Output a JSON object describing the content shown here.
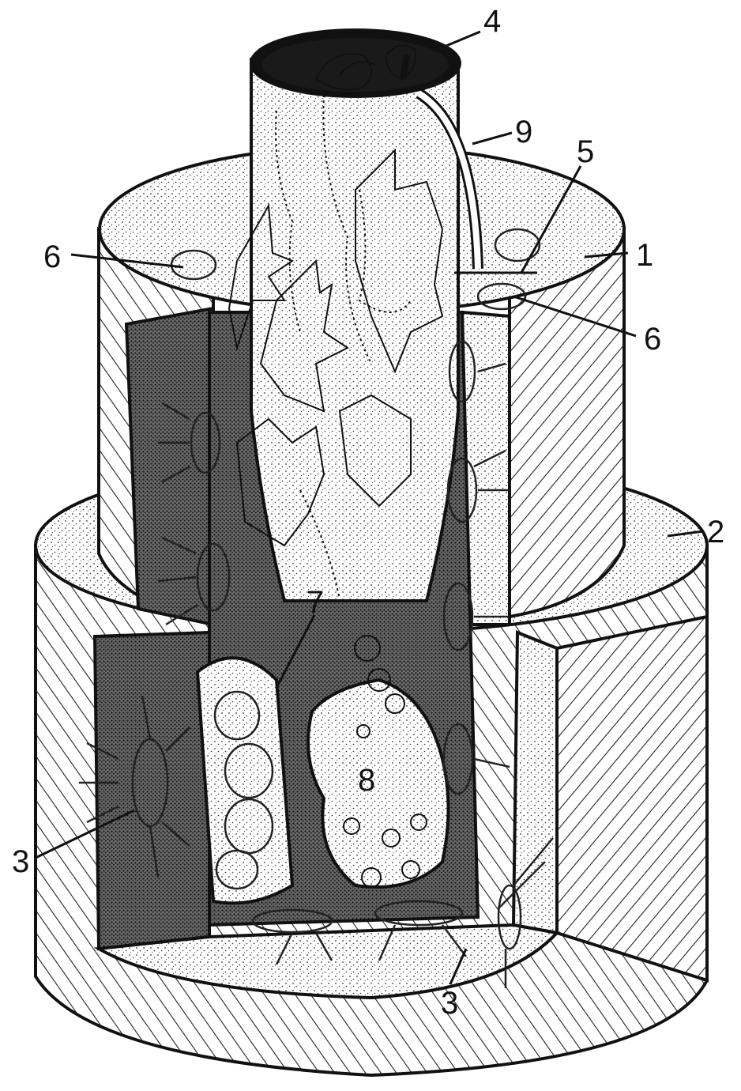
{
  "figure": {
    "labels": [
      {
        "id": "1",
        "text": "1"
      },
      {
        "id": "2",
        "text": "2"
      },
      {
        "id": "3a",
        "text": "3"
      },
      {
        "id": "3b",
        "text": "3"
      },
      {
        "id": "4",
        "text": "4"
      },
      {
        "id": "5",
        "text": "5"
      },
      {
        "id": "6a",
        "text": "6"
      },
      {
        "id": "6b",
        "text": "6"
      },
      {
        "id": "7",
        "text": "7"
      },
      {
        "id": "8",
        "text": "8"
      },
      {
        "id": "9",
        "text": "9"
      }
    ]
  }
}
